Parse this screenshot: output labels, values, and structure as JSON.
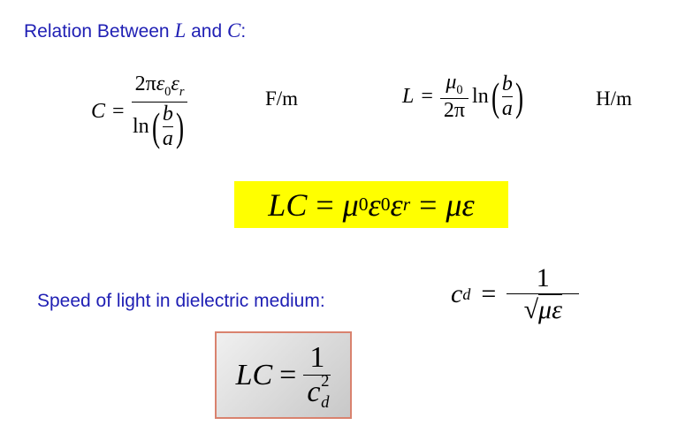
{
  "title": {
    "prefix": "Relation Between ",
    "L": "L",
    "and": " and ",
    "C": "C",
    "suffix": ":"
  },
  "capacitance": {
    "lhs": "C",
    "eq": "=",
    "numerator": {
      "two_pi": "2π",
      "eps": "ε",
      "sub0": "0",
      "eps2": "ε",
      "subr": "r"
    },
    "ln": "ln",
    "lparen": "(",
    "rparen": ")",
    "b": "b",
    "a": "a",
    "unit": "F/m"
  },
  "inductance": {
    "lhs": "L",
    "eq": "=",
    "mu": "μ",
    "sub0": "0",
    "denominator": "2π",
    "ln": "ln",
    "lparen": "(",
    "rparen": ")",
    "b": "b",
    "a": "a",
    "unit": "H/m"
  },
  "highlight": {
    "lc": "LC",
    "eq1": "=",
    "mu": "μ",
    "sub0a": "0",
    "eps": "ε",
    "sub0b": "0",
    "eps2": "ε",
    "subr": "r",
    "eq2": "=",
    "rhs": "με",
    "color": "#ffff00"
  },
  "speed": {
    "label": "Speed of light in dielectric medium:",
    "c": "c",
    "sub_d": "d",
    "eq": "=",
    "one": "1",
    "sqrt": "√",
    "radicand": "με"
  },
  "boxed": {
    "lc": "LC",
    "eq": "=",
    "one": "1",
    "c": "c",
    "sup2": "2",
    "sub_d": "d",
    "border_color": "#d9826e"
  }
}
